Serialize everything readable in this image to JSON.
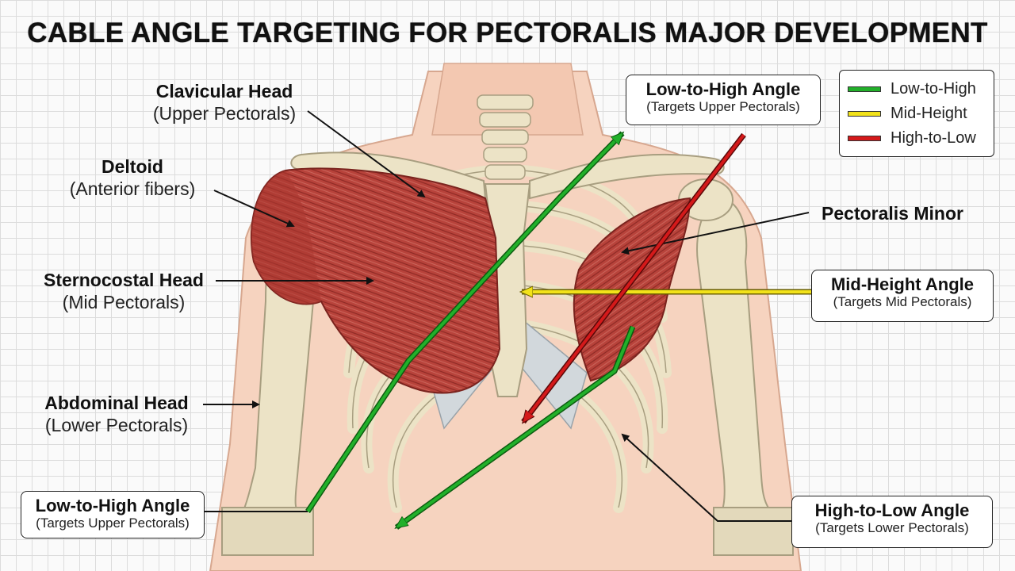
{
  "title": "CABLE ANGLE TARGETING FOR PECTORALIS MAJOR DEVELOPMENT",
  "labels": {
    "clavicular": {
      "title": "Clavicular Head",
      "sub": "(Upper Pectorals)"
    },
    "deltoid": {
      "title": "Deltoid",
      "sub": "(Anterior fibers)"
    },
    "sternocostal": {
      "title": "Sternocostal Head",
      "sub": "(Mid Pectorals)"
    },
    "abdominal": {
      "title": "Abdominal Head",
      "sub": "(Lower Pectorals)"
    },
    "pec_minor": {
      "title": "Pectoralis Minor"
    }
  },
  "boxes": {
    "low_high_top": {
      "title": "Low-to-High Angle",
      "sub": "(Targets Upper Pectorals)"
    },
    "mid_height": {
      "title": "Mid-Height Angle",
      "sub": "(Targets Mid Pectorals)"
    },
    "low_high_bottom": {
      "title": "Low-to-High Angle",
      "sub": "(Targets Upper Pectorals)"
    },
    "high_low": {
      "title": "High-to-Low Angle",
      "sub": "(Targets Lower Pectorals)"
    }
  },
  "legend": [
    {
      "label": "Low-to-High",
      "color": "#22b02a"
    },
    {
      "label": "Mid-Height",
      "color": "#f2e21a"
    },
    {
      "label": "High-to-Low",
      "color": "#d4191a"
    }
  ],
  "colors": {
    "muscle": "#b8433b",
    "muscle_dark": "#8e2a25",
    "bone": "#ece3c6",
    "bone_outline": "#a89e80",
    "skin": "#f6d3bf",
    "cartilage": "#d2d8dc"
  }
}
